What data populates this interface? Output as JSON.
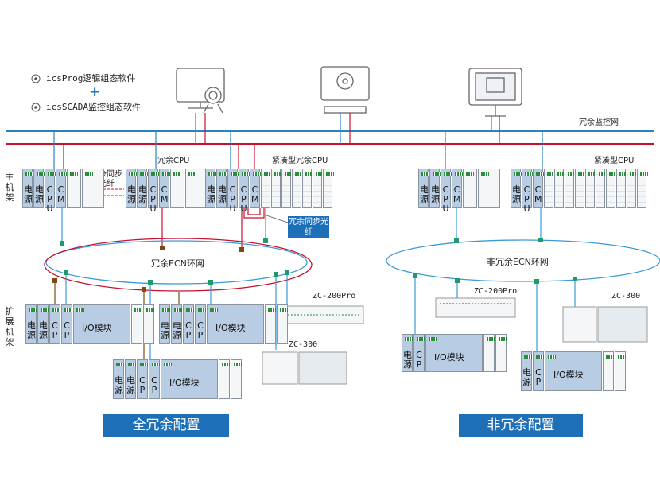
{
  "legend": {
    "item1": "icsProg逻辑组态软件",
    "plus": "+",
    "item2": "icsSCADA监控组态软件"
  },
  "network": {
    "monitor_label": "冗余监控网"
  },
  "side_labels": {
    "main_rack": "主机架",
    "ext_rack": "扩展机架"
  },
  "sections": {
    "full_redundant": {
      "banner": "全冗余配置",
      "cpu_label": "冗余CPU",
      "compact_cpu_label": "紧凑型冗余CPU",
      "sync_fiber_label": "冗余同步光纤",
      "sync_fiber_callout": "冗余同步光纤",
      "ring_label": "冗余ECN环网",
      "zc200_label": "ZC-200Pro",
      "zc300_label": "ZC-300"
    },
    "non_redundant": {
      "banner": "非冗余配置",
      "compact_cpu_label": "紧凑型CPU",
      "ring_label": "非冗余ECN环网",
      "zc200_label": "ZC-200Pro",
      "zc300_label": "ZC-300"
    }
  },
  "modules": {
    "power": "电源",
    "cpu": "CPU",
    "cm": "CM",
    "cp": "CP",
    "io": "I/O模块"
  },
  "colors": {
    "monitor_net": "#2a82c4",
    "redundant_red": "#c8102e",
    "ring_blue": "#3b9ad9",
    "node_green": "#1f9a6a",
    "banner": "#1d6fb8"
  }
}
